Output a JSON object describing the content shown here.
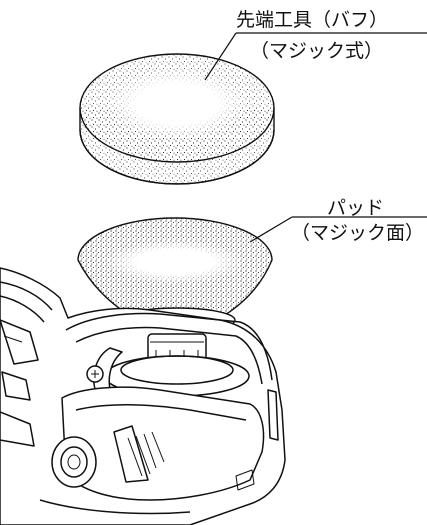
{
  "labels": {
    "buff_title": "先端工具（バフ）",
    "buff_sub": "（マジック式）",
    "pad_title": "パッド",
    "pad_sub": "（マジック面）"
  },
  "colors": {
    "stroke": "#111111",
    "background": "#ffffff"
  }
}
